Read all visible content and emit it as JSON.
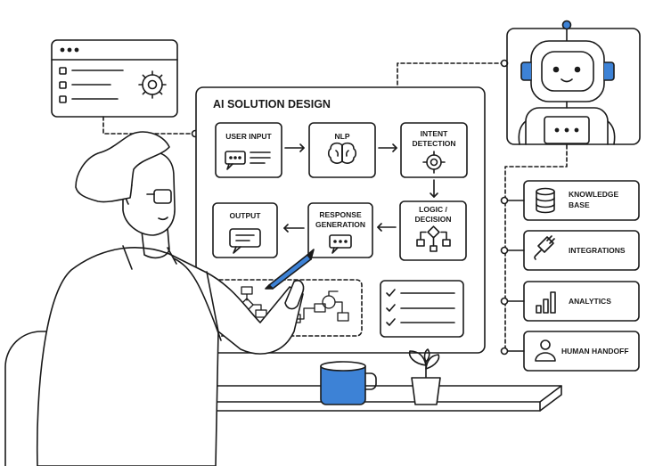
{
  "board": {
    "title": "AI SOLUTION DESIGN"
  },
  "flow": {
    "user_input": {
      "label": "USER INPUT"
    },
    "nlp": {
      "label": "NLP"
    },
    "intent": {
      "line1": "INTENT",
      "line2": "DETECTION"
    },
    "logic": {
      "line1": "LOGIC /",
      "line2": "DECISION"
    },
    "response": {
      "line1": "RESPONSE",
      "line2": "GENERATION"
    },
    "output": {
      "label": "OUTPUT"
    }
  },
  "integrations": [
    {
      "line1": "KNOWLEDGE",
      "line2": "BASE",
      "icon": "database-icon"
    },
    {
      "line1": "INTEGRATIONS",
      "line2": "",
      "icon": "plug-icon"
    },
    {
      "line1": "ANALYTICS",
      "line2": "",
      "icon": "bar-chart-icon"
    },
    {
      "line1": "HUMAN HANDOFF",
      "line2": "",
      "icon": "person-icon"
    }
  ],
  "colors": {
    "stroke": "#1a1a1a",
    "accent": "#3d82d6",
    "background": "#ffffff"
  }
}
